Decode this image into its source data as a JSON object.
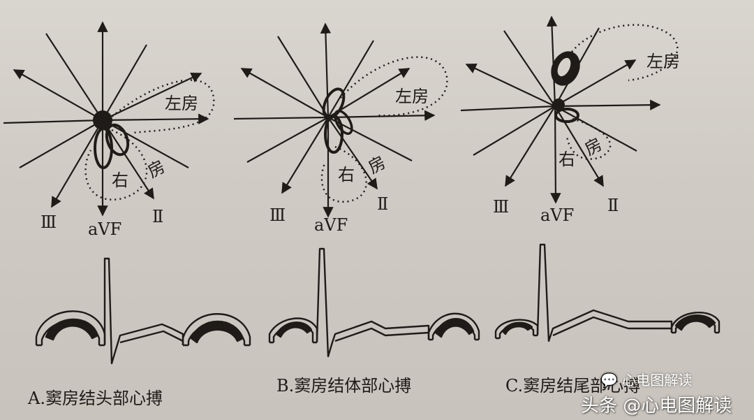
{
  "panels": [
    {
      "leads": {
        "III": "Ⅲ",
        "aVF": "aVF",
        "II": "Ⅱ"
      },
      "left_atrium": "左房",
      "right_atrium_1": "右",
      "right_atrium_2": "房",
      "caption": "A.窦房结头部心搏"
    },
    {
      "leads": {
        "III": "Ⅲ",
        "aVF": "aVF",
        "II": "Ⅱ"
      },
      "left_atrium": "左房",
      "right_atrium_1": "右",
      "right_atrium_2": "房",
      "caption": "B.窦房结体部心搏"
    },
    {
      "leads": {
        "III": "Ⅲ",
        "aVF": "aVF",
        "II": "Ⅱ"
      },
      "left_atrium": "左房",
      "right_atrium_1": "右",
      "right_atrium_2": "房",
      "caption": "C.窦房结尾部心搏"
    }
  ],
  "watermark": {
    "badge": "心电图解读",
    "text": "头条 @心电图解读"
  },
  "colors": {
    "ink": "#1e1b18",
    "paper": "#d6d1ca"
  }
}
